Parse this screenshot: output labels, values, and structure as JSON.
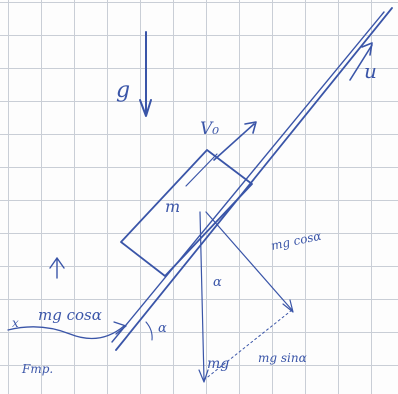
{
  "diagram": {
    "ink_color": "#3a55a8",
    "grid_color": "#c9ced6",
    "labels": {
      "gravity": "g",
      "initial_velocity": "V₀",
      "mass": "m",
      "incline_velocity": "u",
      "normal_component": "mg cosα",
      "tangential_component": "mg sinα",
      "weight": "mg",
      "angle_body": "α",
      "angle_base": "α",
      "friction_component": "mg cosα",
      "friction_force": "Fтр.",
      "friction_mark": "x"
    }
  }
}
